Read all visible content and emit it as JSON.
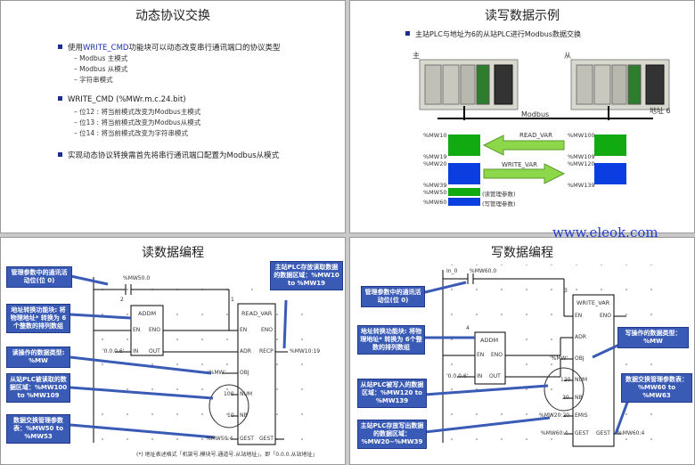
{
  "slide1": {
    "title": "动态协议交换",
    "bullet1_prefix": "使用",
    "bullet1_highlight": "WRITE_CMD",
    "bullet1_suffix": "功能块可以动态改变串行通讯端口的协议类型",
    "bullet1_subs": [
      "– Modbus 主模式",
      "– Modbus 从模式",
      "– 字符串模式"
    ],
    "bullet2": "WRITE_CMD (%MWr.m.c.24.bit)",
    "bullet2_subs": [
      "– 位12 : 将当前模式改变为Modbus主模式",
      "– 位13 : 将当前模式改变为Modbus从模式",
      "– 位14 : 将当前模式改变为字符串模式"
    ],
    "bullet3": "实现动态协议转换需首先将串行通讯端口配置为Modbus从模式"
  },
  "slide2": {
    "title": "读写数据示例",
    "bullet": "主站PLC与地址为6的从站PLC进行Modbus数据交换",
    "master_label": "主",
    "slave_label": "从",
    "bus_label": "Modbus",
    "addr_label": "地址 6",
    "left_regs": [
      "%MW10",
      "%MW19",
      "%MW20",
      "%MW39",
      "%MW50",
      "%MW60"
    ],
    "right_regs": [
      "%MW100",
      "%MW109",
      "%MW120",
      "%MW139"
    ],
    "read_label": "READ_VAR",
    "write_label": "WRITE_VAR",
    "mgmt_label": "(读管理参数)",
    "mgmt_label2": "(写管理参数)"
  },
  "slide3": {
    "title": "读数据编程",
    "c1": "管理参数中的通讯活动位(位 0)",
    "c2": "地址转换功能块: 将物理地址* 转换为 6个整数的排列数组",
    "c3": "读操作的数据类型: %MW",
    "c4": "从站PLC被读取的数据区域：%MW100 to %MW109",
    "c5": "数据交换管理参数表：%MW50 to %MW53",
    "c6": "主站PLC存放读取数据的数据区域：%MW10 to %MW19",
    "contact": "%MW50.0",
    "addm": "ADDM",
    "addr_str": "'0.0.0.6'",
    "read_var": "READ_VAR",
    "pins": [
      "EN",
      "ENO",
      "IN",
      "OUT",
      "ADR",
      "RECP",
      "OBJ",
      "NUM",
      "NB",
      "GEST"
    ],
    "obj_val": "'%MW'",
    "recp_val": "%MW10:19",
    "num_val": "100",
    "nb_val": "10",
    "gest_l": "%MW50:4",
    "gest_r": "GEST",
    "rung_num1": "2",
    "rung_num2": "1",
    "note": "(*) 地址表述格式「机架号.模块号.通道号.从站地址」，即「0.0.0.从站地址」"
  },
  "slide4": {
    "title": "写数据编程",
    "c1": "管理参数中的通讯活动位(位 0)",
    "c2": "地址转换功能块: 将物理地址* 转换为 6个整数的排列数组",
    "c3": "从站PLC被写入的数据区域：%MW120 to %MW139",
    "c4": "主站PLC存放写出数据的数据区域：%MW20~%MW39",
    "c5": "写操作的数据类型：%MW",
    "c6": "数据交换管理参数表：%MW60 to %MW63",
    "contact_l": "In_0",
    "contact": "%MW60.0",
    "addm": "ADDM",
    "write_var": "WRITE_VAR",
    "addr_str": "'0.0.0.6'",
    "obj_val": "'%MW'",
    "num_val": "120",
    "nb_val": "20",
    "emis_val": "%MW20:20",
    "gest_l": "%MW60:4",
    "gest_r": "%MW60:4",
    "rung_num1": "4",
    "rung_num2": "3"
  },
  "watermark": "www.eleok.com"
}
